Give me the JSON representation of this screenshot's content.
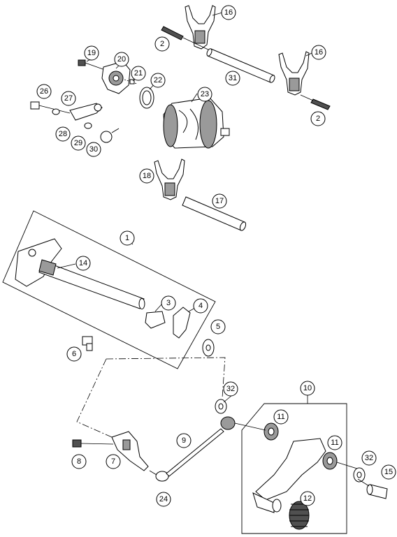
{
  "callouts": [
    {
      "id": "c16a",
      "label": "16"
    },
    {
      "id": "c2a",
      "label": "2"
    },
    {
      "id": "c19",
      "label": "19"
    },
    {
      "id": "c20",
      "label": "20"
    },
    {
      "id": "c16b",
      "label": "16"
    },
    {
      "id": "c31",
      "label": "31"
    },
    {
      "id": "c21",
      "label": "21"
    },
    {
      "id": "c22",
      "label": "22"
    },
    {
      "id": "c26",
      "label": "26"
    },
    {
      "id": "c27",
      "label": "27"
    },
    {
      "id": "c23",
      "label": "23"
    },
    {
      "id": "c2b",
      "label": "2"
    },
    {
      "id": "c28",
      "label": "28"
    },
    {
      "id": "c29",
      "label": "29"
    },
    {
      "id": "c30",
      "label": "30"
    },
    {
      "id": "c18",
      "label": "18"
    },
    {
      "id": "c17",
      "label": "17"
    },
    {
      "id": "c1",
      "label": "1"
    },
    {
      "id": "c14",
      "label": "14"
    },
    {
      "id": "c3",
      "label": "3"
    },
    {
      "id": "c4",
      "label": "4"
    },
    {
      "id": "c5",
      "label": "5"
    },
    {
      "id": "c6",
      "label": "6"
    },
    {
      "id": "c10",
      "label": "10"
    },
    {
      "id": "c32a",
      "label": "32"
    },
    {
      "id": "c11a",
      "label": "11"
    },
    {
      "id": "c9",
      "label": "9"
    },
    {
      "id": "c11b",
      "label": "11"
    },
    {
      "id": "c32b",
      "label": "32"
    },
    {
      "id": "c8",
      "label": "8"
    },
    {
      "id": "c7",
      "label": "7"
    },
    {
      "id": "c15",
      "label": "15"
    },
    {
      "id": "c12",
      "label": "12"
    },
    {
      "id": "c24",
      "label": "24"
    }
  ]
}
